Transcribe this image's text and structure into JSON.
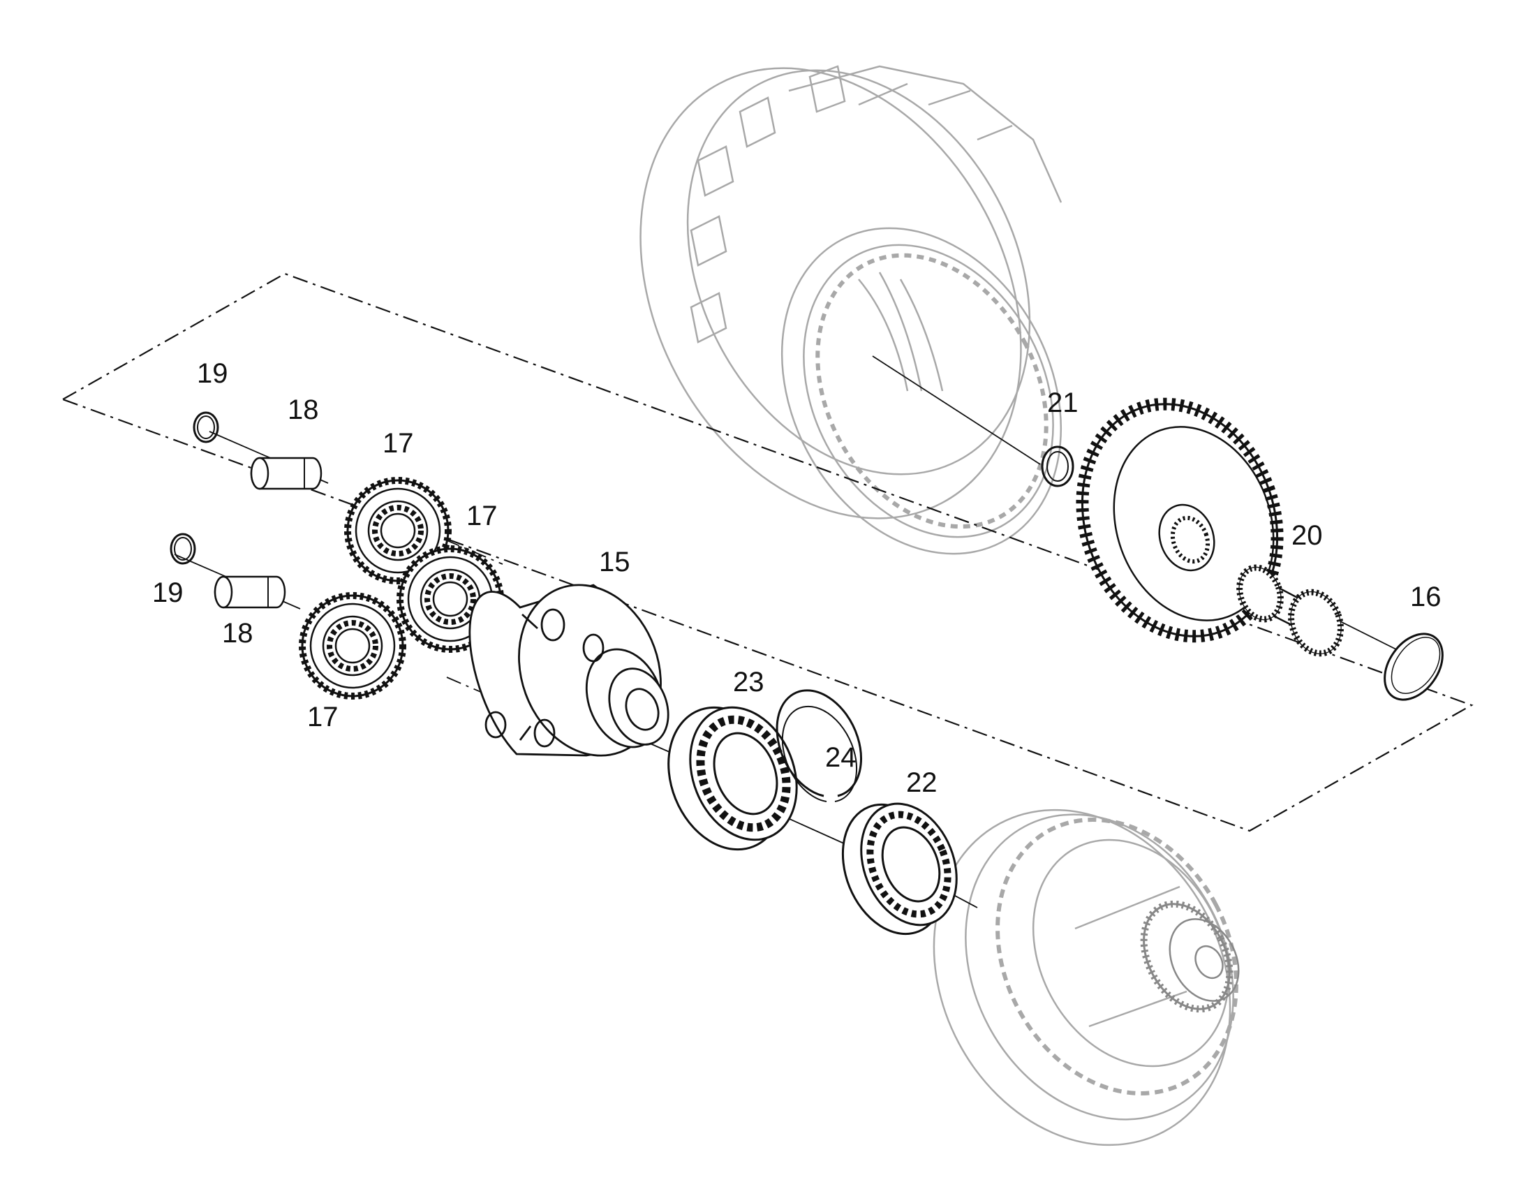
{
  "callouts": [
    {
      "id": "c19a",
      "text": "19"
    },
    {
      "id": "c18a",
      "text": "18"
    },
    {
      "id": "c17a",
      "text": "17"
    },
    {
      "id": "c17b",
      "text": "17"
    },
    {
      "id": "c19b",
      "text": "19"
    },
    {
      "id": "c18b",
      "text": "18"
    },
    {
      "id": "c17c",
      "text": "17"
    },
    {
      "id": "c15",
      "text": "15"
    },
    {
      "id": "c21",
      "text": "21"
    },
    {
      "id": "c20",
      "text": "20"
    },
    {
      "id": "c16",
      "text": "16"
    },
    {
      "id": "c23",
      "text": "23"
    },
    {
      "id": "c24",
      "text": "24"
    },
    {
      "id": "c22",
      "text": "22"
    }
  ],
  "colors": {
    "ink": "#111111",
    "ghost": "#a8a8a8",
    "background": "#ffffff"
  }
}
